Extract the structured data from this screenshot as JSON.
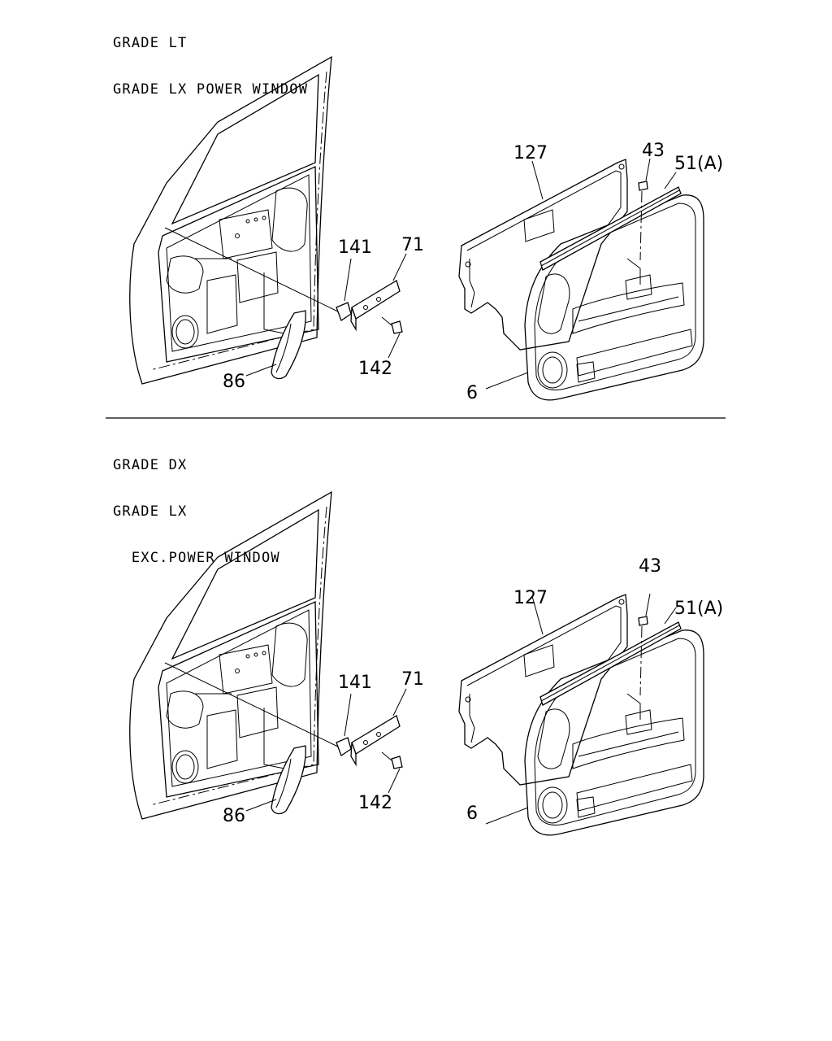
{
  "sections": [
    {
      "header": [
        "GRADE LT",
        "GRADE LX POWER WINDOW"
      ],
      "labels": {
        "p127": "127",
        "p43": "43",
        "p51": "51(A)",
        "p141": "141",
        "p71": "71",
        "p142": "142",
        "p86": "86",
        "p6": "6"
      }
    },
    {
      "header": [
        "GRADE DX",
        "GRADE LX",
        "  EXC.POWER WINDOW"
      ],
      "labels": {
        "p127": "127",
        "p43": "43",
        "p51": "51(A)",
        "p141": "141",
        "p71": "71",
        "p142": "142",
        "p86": "86",
        "p6": "6"
      }
    }
  ]
}
